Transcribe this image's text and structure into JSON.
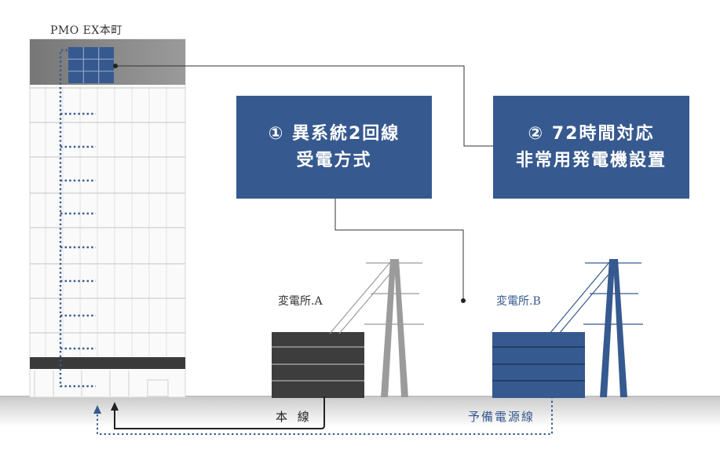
{
  "building": {
    "name": "PMO EX本町"
  },
  "features": [
    {
      "lines": [
        "① 異系統2回線",
        "受電方式"
      ]
    },
    {
      "lines": [
        "② 72時間対応",
        "非常用発電機設置"
      ]
    }
  ],
  "substations": {
    "a": "変電所.A",
    "b": "変電所.B"
  },
  "power_lines": {
    "main": "本 線",
    "backup": "予備電源線"
  },
  "colors": {
    "accent": "#36598f",
    "dark": "#3d3d3d",
    "line": "#333333"
  }
}
